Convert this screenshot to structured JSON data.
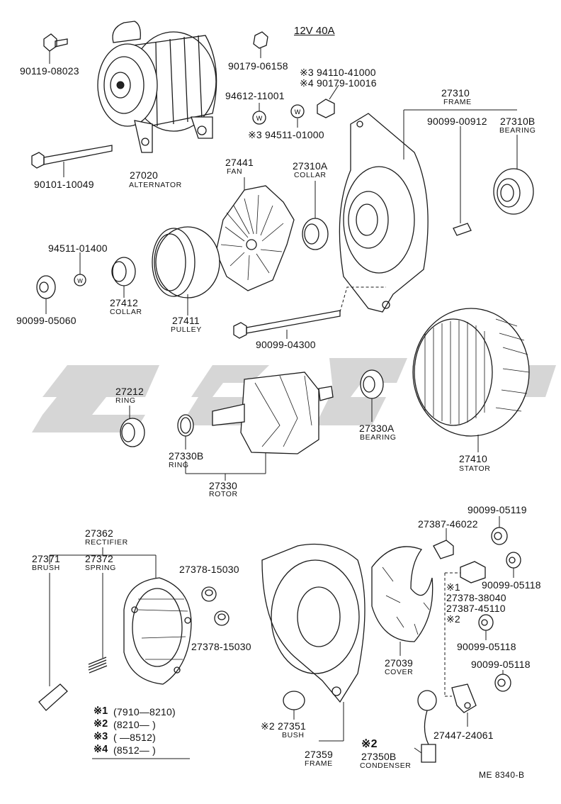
{
  "header": {
    "spec": "12V 40A"
  },
  "footer": {
    "code": "ME  8340-B"
  },
  "legend": [
    {
      "mark": "※1",
      "range": "(7910—8210)"
    },
    {
      "mark": "※2",
      "range": "(8210—      )"
    },
    {
      "mark": "※3",
      "range": "(      —8512)"
    },
    {
      "mark": "※4",
      "range": "(8512—      )"
    }
  ],
  "parts": {
    "p90119": "90119-08023",
    "p90179a": "90179-06158",
    "p94110": "※3 94110-41000",
    "p90179b": "※4 90179-10016",
    "p94612": "94612-11001",
    "p94511a": "※3 94511-01000",
    "p90101": "90101-10049",
    "alt_no": "27020",
    "alt_name": "ALTERNATOR",
    "fan_no": "27441",
    "fan_name": "FAN",
    "collarA_no": "27310A",
    "collarA_name": "COLLAR",
    "frame_no": "27310",
    "frame_name": "FRAME",
    "p90099_00912": "90099-00912",
    "bearingB_no": "27310B",
    "bearingB_name": "BEARING",
    "p94511b": "94511-01400",
    "p90099_05060": "90099-05060",
    "collar412_no": "27412",
    "collar412_name": "COLLAR",
    "pulley_no": "27411",
    "pulley_name": "PULLEY",
    "p90099_04300": "90099-04300",
    "ring212_no": "27212",
    "ring212_name": "RING",
    "ringB_no": "27330B",
    "ringB_name": "RING",
    "rotor_no": "27330",
    "rotor_name": "ROTOR",
    "bearingA_no": "27330A",
    "bearingA_name": "BEARING",
    "stator_no": "27410",
    "stator_name": "STATOR",
    "rect_no": "27362",
    "rect_name": "RECTIFIER",
    "brush_no": "27371",
    "brush_name": "BRUSH",
    "spring_no": "27372",
    "spring_name": "SPRING",
    "p27378_15030a": "27378-15030",
    "p27378_15030b": "27378-15030",
    "p27387_46022": "27387-46022",
    "p90099_05119": "90099-05119",
    "p90099_05118a": "90099-05118",
    "m1": "※1",
    "p27378_38040": "27378-38040",
    "p27387_45110": "27387-45110",
    "m2": "※2",
    "p90099_05118b": "90099-05118",
    "p90099_05118c": "90099-05118",
    "cover_no": "27039",
    "cover_name": "COVER",
    "bush_no": "※2 27351",
    "bush_name": "BUSH",
    "rframe_no": "27359",
    "rframe_name": "FRAME",
    "cond_no": "※2",
    "cond_no2": "27350B",
    "cond_name": "CONDENSER",
    "p27447": "27447-24061",
    "washer_mark": "W"
  }
}
